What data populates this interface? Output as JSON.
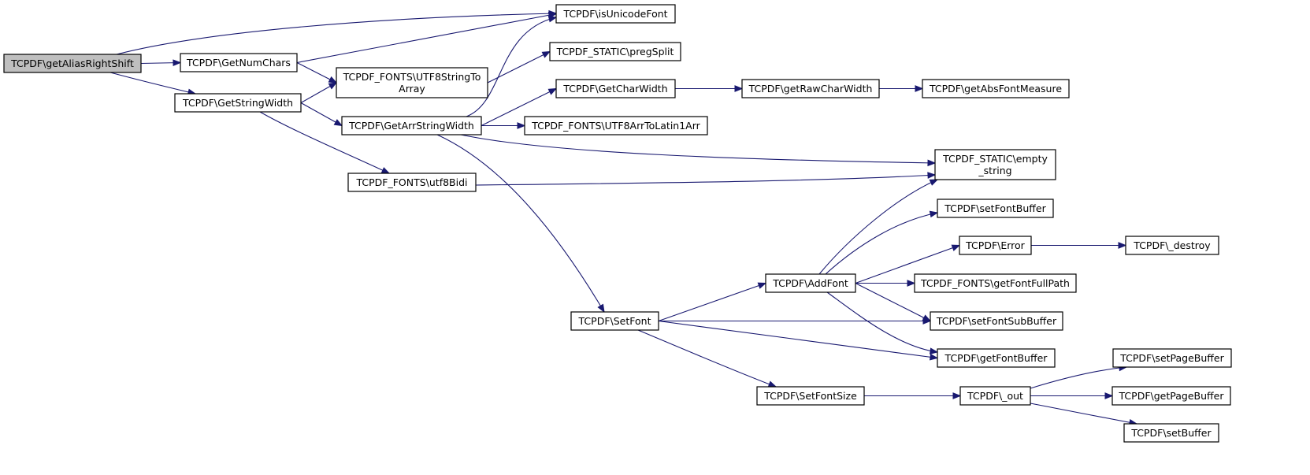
{
  "nodes": [
    {
      "id": "getAliasRightShift",
      "lines": [
        "TCPDF\\getAliasRightShift"
      ],
      "root": true
    },
    {
      "id": "GetNumChars",
      "lines": [
        "TCPDF\\GetNumChars"
      ]
    },
    {
      "id": "GetStringWidth",
      "lines": [
        "TCPDF\\GetStringWidth"
      ]
    },
    {
      "id": "isUnicodeFont",
      "lines": [
        "TCPDF\\isUnicodeFont"
      ]
    },
    {
      "id": "UTF8StringToArray",
      "lines": [
        "TCPDF_FONTS\\UTF8StringTo",
        "Array"
      ]
    },
    {
      "id": "GetArrStringWidth",
      "lines": [
        "TCPDF\\GetArrStringWidth"
      ]
    },
    {
      "id": "utf8Bidi",
      "lines": [
        "TCPDF_FONTS\\utf8Bidi"
      ]
    },
    {
      "id": "pregSplit",
      "lines": [
        "TCPDF_STATIC\\pregSplit"
      ]
    },
    {
      "id": "GetCharWidth",
      "lines": [
        "TCPDF\\GetCharWidth"
      ]
    },
    {
      "id": "UTF8ArrToLatin1Arr",
      "lines": [
        "TCPDF_FONTS\\UTF8ArrToLatin1Arr"
      ]
    },
    {
      "id": "SetFont",
      "lines": [
        "TCPDF\\SetFont"
      ]
    },
    {
      "id": "getRawCharWidth",
      "lines": [
        "TCPDF\\getRawCharWidth"
      ]
    },
    {
      "id": "getAbsFontMeasure",
      "lines": [
        "TCPDF\\getAbsFontMeasure"
      ]
    },
    {
      "id": "empty_string",
      "lines": [
        "TCPDF_STATIC\\empty",
        "_string"
      ]
    },
    {
      "id": "AddFont",
      "lines": [
        "TCPDF\\AddFont"
      ]
    },
    {
      "id": "SetFontSize",
      "lines": [
        "TCPDF\\SetFontSize"
      ]
    },
    {
      "id": "setFontBuffer",
      "lines": [
        "TCPDF\\setFontBuffer"
      ]
    },
    {
      "id": "Error",
      "lines": [
        "TCPDF\\Error"
      ]
    },
    {
      "id": "destroy",
      "lines": [
        "TCPDF\\_destroy"
      ]
    },
    {
      "id": "getFontFullPath",
      "lines": [
        "TCPDF_FONTS\\getFontFullPath"
      ]
    },
    {
      "id": "setFontSubBuffer",
      "lines": [
        "TCPDF\\setFontSubBuffer"
      ]
    },
    {
      "id": "getFontBuffer",
      "lines": [
        "TCPDF\\getFontBuffer"
      ]
    },
    {
      "id": "out",
      "lines": [
        "TCPDF\\_out"
      ]
    },
    {
      "id": "setPageBuffer",
      "lines": [
        "TCPDF\\setPageBuffer"
      ]
    },
    {
      "id": "getPageBuffer",
      "lines": [
        "TCPDF\\getPageBuffer"
      ]
    },
    {
      "id": "setBuffer",
      "lines": [
        "TCPDF\\setBuffer"
      ]
    }
  ],
  "edges": [
    {
      "from": "getAliasRightShift",
      "to": "GetNumChars"
    },
    {
      "from": "getAliasRightShift",
      "to": "isUnicodeFont"
    },
    {
      "from": "getAliasRightShift",
      "to": "GetStringWidth"
    },
    {
      "from": "GetNumChars",
      "to": "isUnicodeFont"
    },
    {
      "from": "GetNumChars",
      "to": "UTF8StringToArray"
    },
    {
      "from": "GetStringWidth",
      "to": "UTF8StringToArray"
    },
    {
      "from": "GetStringWidth",
      "to": "GetArrStringWidth"
    },
    {
      "from": "GetStringWidth",
      "to": "utf8Bidi"
    },
    {
      "from": "UTF8StringToArray",
      "to": "pregSplit"
    },
    {
      "from": "GetArrStringWidth",
      "to": "isUnicodeFont"
    },
    {
      "from": "GetArrStringWidth",
      "to": "GetCharWidth"
    },
    {
      "from": "GetArrStringWidth",
      "to": "UTF8ArrToLatin1Arr"
    },
    {
      "from": "GetArrStringWidth",
      "to": "empty_string"
    },
    {
      "from": "GetArrStringWidth",
      "to": "SetFont"
    },
    {
      "from": "utf8Bidi",
      "to": "empty_string"
    },
    {
      "from": "GetCharWidth",
      "to": "getRawCharWidth"
    },
    {
      "from": "getRawCharWidth",
      "to": "getAbsFontMeasure"
    },
    {
      "from": "SetFont",
      "to": "AddFont"
    },
    {
      "from": "SetFont",
      "to": "setFontSubBuffer"
    },
    {
      "from": "SetFont",
      "to": "getFontBuffer"
    },
    {
      "from": "SetFont",
      "to": "SetFontSize"
    },
    {
      "from": "AddFont",
      "to": "empty_string"
    },
    {
      "from": "AddFont",
      "to": "setFontBuffer"
    },
    {
      "from": "AddFont",
      "to": "Error"
    },
    {
      "from": "AddFont",
      "to": "getFontFullPath"
    },
    {
      "from": "AddFont",
      "to": "setFontSubBuffer"
    },
    {
      "from": "AddFont",
      "to": "getFontBuffer"
    },
    {
      "from": "Error",
      "to": "destroy"
    },
    {
      "from": "SetFontSize",
      "to": "out"
    },
    {
      "from": "out",
      "to": "setPageBuffer"
    },
    {
      "from": "out",
      "to": "getPageBuffer"
    },
    {
      "from": "out",
      "to": "setBuffer"
    }
  ]
}
